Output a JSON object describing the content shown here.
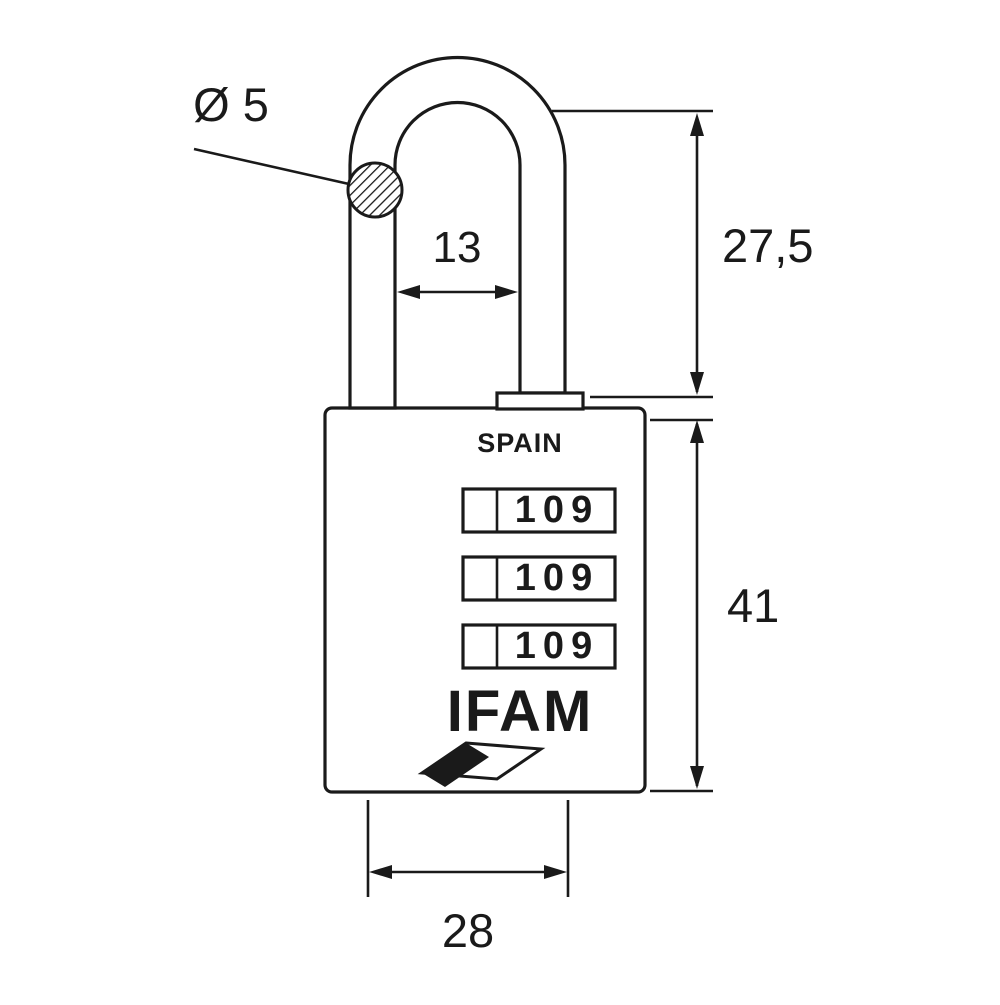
{
  "drawing": {
    "type": "technical-dimension-drawing",
    "subject": "combination padlock",
    "labels": {
      "shackle_diameter": "Ø 5",
      "shackle_inner_width": "13",
      "shackle_height": "27,5",
      "body_height": "41",
      "body_width": "28"
    },
    "body": {
      "origin_text": "SPAIN",
      "brand": "IFAM",
      "dials": [
        {
          "digits": "109"
        },
        {
          "digits": "109"
        },
        {
          "digits": "109"
        }
      ]
    },
    "colors": {
      "line": "#1a1a1a",
      "background": "#ffffff"
    }
  }
}
